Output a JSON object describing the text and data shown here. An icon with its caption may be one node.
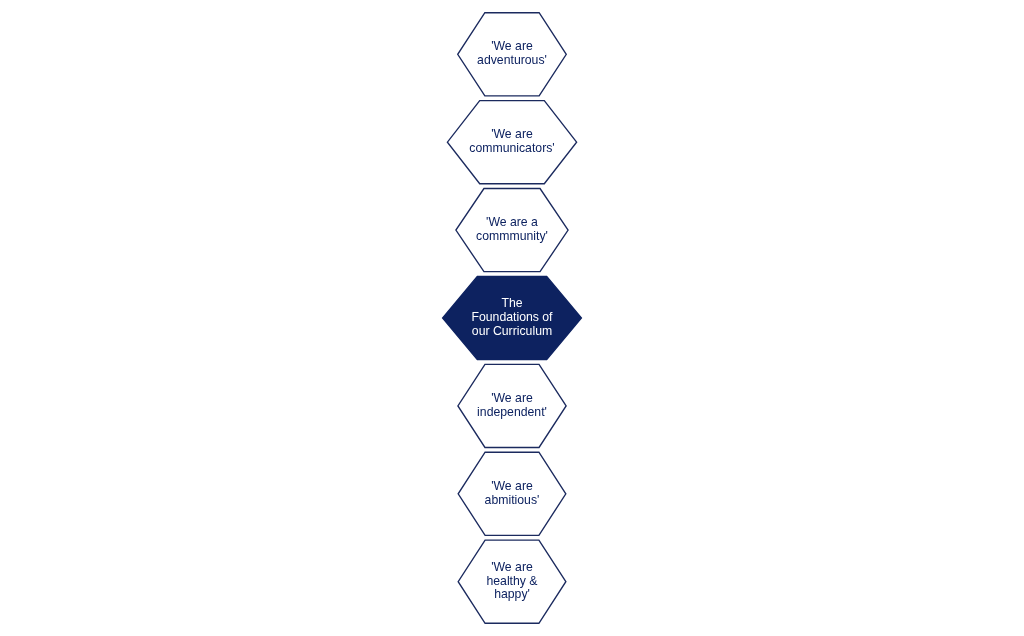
{
  "diagram": {
    "nodes": [
      {
        "text": [
          "'We are independent'"
        ]
      },
      {
        "text": [
          "'We are healthy & happy'"
        ]
      },
      {
        "text": [
          "'We are communicators'"
        ]
      },
      {
        "text": [
          "The Foundations of our Curriculum"
        ]
      },
      {
        "text": [
          "'We are abmitious'"
        ]
      },
      {
        "text": [
          "'We are adventurous'"
        ]
      },
      {
        "text": [
          "'We are a commmunity'"
        ]
      }
    ]
  }
}
